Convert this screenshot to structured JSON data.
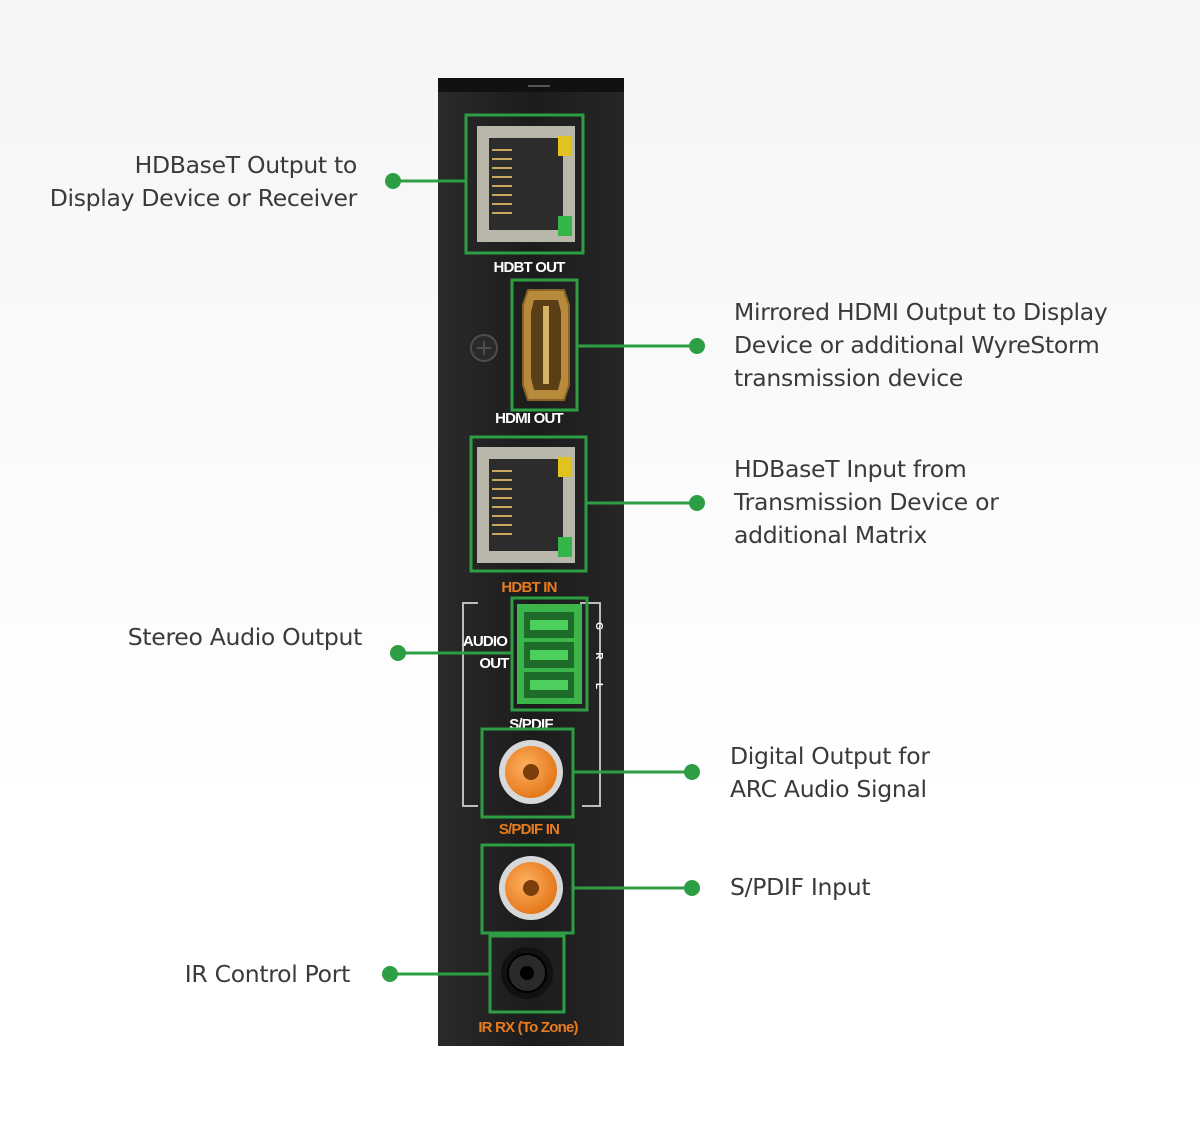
{
  "callouts": {
    "hdbt_out": [
      "HDBaseT Output to",
      "Display Device or Receiver"
    ],
    "hdmi_out": [
      "Mirrored HDMI Output to Display",
      "Device or additional WyreStorm",
      "transmission device"
    ],
    "hdbt_in": [
      "HDBaseT Input from",
      "Transmission Device or",
      "additional Matrix"
    ],
    "audio_out": [
      "Stereo Audio Output"
    ],
    "digital_out": [
      "Digital Output for",
      "ARC Audio Signal"
    ],
    "spdif_in": [
      "S/PDIF Input"
    ],
    "ir_port": [
      "IR Control Port"
    ]
  },
  "panel_labels": {
    "hdbt_out": "HDBT OUT",
    "hdmi_out": "HDMI OUT",
    "hdbt_in": "HDBT IN",
    "audio": "AUDIO",
    "out": "OUT",
    "channel_g": "G",
    "channel_r": "R",
    "channel_l": "L",
    "spdif": "S/PDIF",
    "spdif_in": "S/PDIF IN",
    "ir_rx": "IR RX (To Zone)"
  },
  "colors": {
    "highlight": "#2e9e44",
    "leader_dot": "#2e9e44",
    "orange_label": "#e87b1e",
    "white_label": "#ffffff",
    "panel": "#1e1e1e",
    "rca_orange": "#f08a24",
    "terminal_green": "#3cb54a",
    "hdmi_gold": "#b88a3c"
  }
}
